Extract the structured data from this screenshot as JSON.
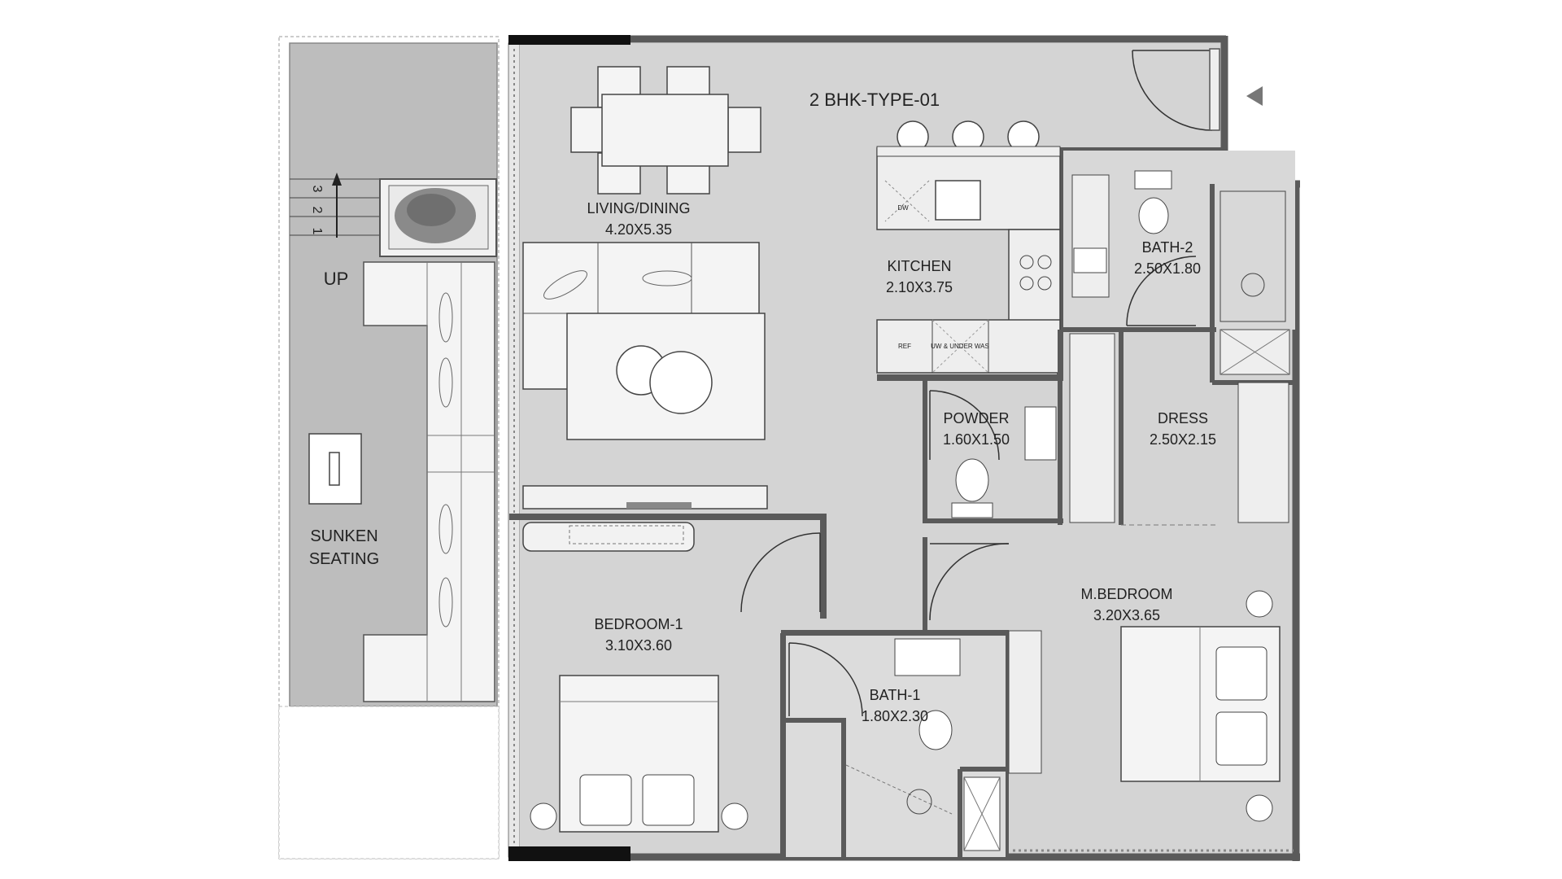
{
  "plan": {
    "title": "2 BHK-TYPE-01",
    "rooms": {
      "living": {
        "name": "LIVING/DINING",
        "size": "4.20X5.35"
      },
      "kitchen": {
        "name": "KITCHEN",
        "size": "2.10X3.75"
      },
      "bath2": {
        "name": "BATH-2",
        "size": "2.50X1.80"
      },
      "powder": {
        "name": "POWDER",
        "size": "1.60X1.50"
      },
      "dress": {
        "name": "DRESS",
        "size": "2.50X2.15"
      },
      "mbedroom": {
        "name": "M.BEDROOM",
        "size": "3.20X3.65"
      },
      "bedroom1": {
        "name": "BEDROOM-1",
        "size": "3.10X3.60"
      },
      "bath1": {
        "name": "BATH-1",
        "size": "1.80X2.30"
      }
    },
    "sunken": {
      "line1": "SUNKEN",
      "line2": "SEATING"
    },
    "stairs": {
      "up": "UP",
      "steps": [
        "3",
        "2",
        "1"
      ]
    },
    "kitchen_labels": {
      "dw": "DW",
      "ref": "REF",
      "uw": "UW & UNDER WAS"
    },
    "colors": {
      "floor": "#d4d4d4",
      "wall": "#5a5a5a",
      "terrace": "#bdbdbd",
      "line": "#333333"
    }
  }
}
